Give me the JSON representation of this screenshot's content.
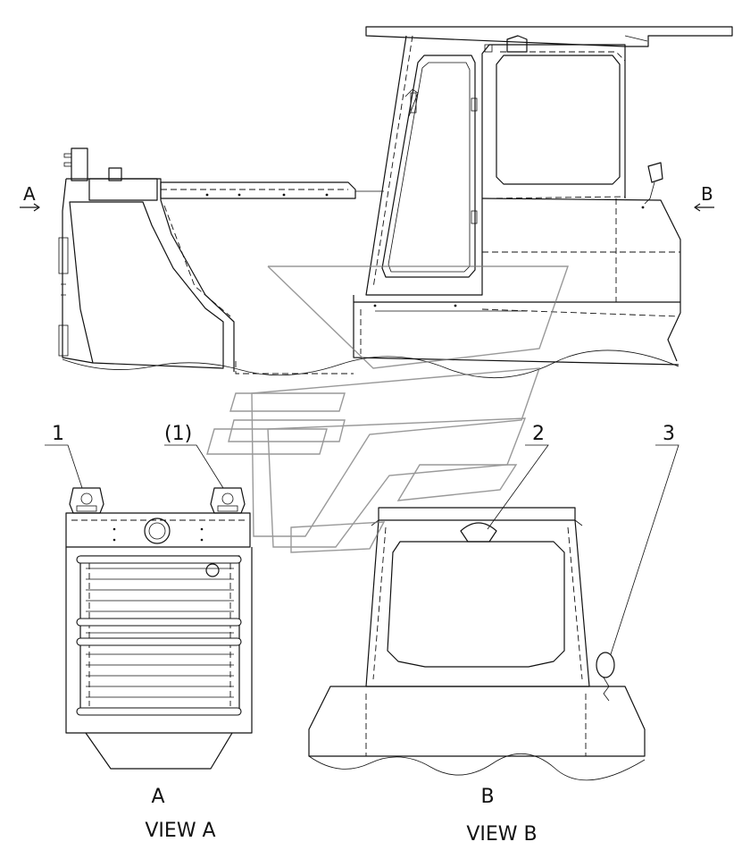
{
  "section_markers": {
    "left": "A",
    "right": "B"
  },
  "callouts": {
    "item_1": "1",
    "item_1_ref": "(1)",
    "item_2": "2",
    "item_3": "3"
  },
  "views": {
    "view_a": {
      "letter": "A",
      "caption": "VIEW A"
    },
    "view_b": {
      "letter": "B",
      "caption": "VIEW B"
    }
  },
  "colors": {
    "line": "#111111",
    "background": "#ffffff",
    "watermark": "#777777"
  }
}
